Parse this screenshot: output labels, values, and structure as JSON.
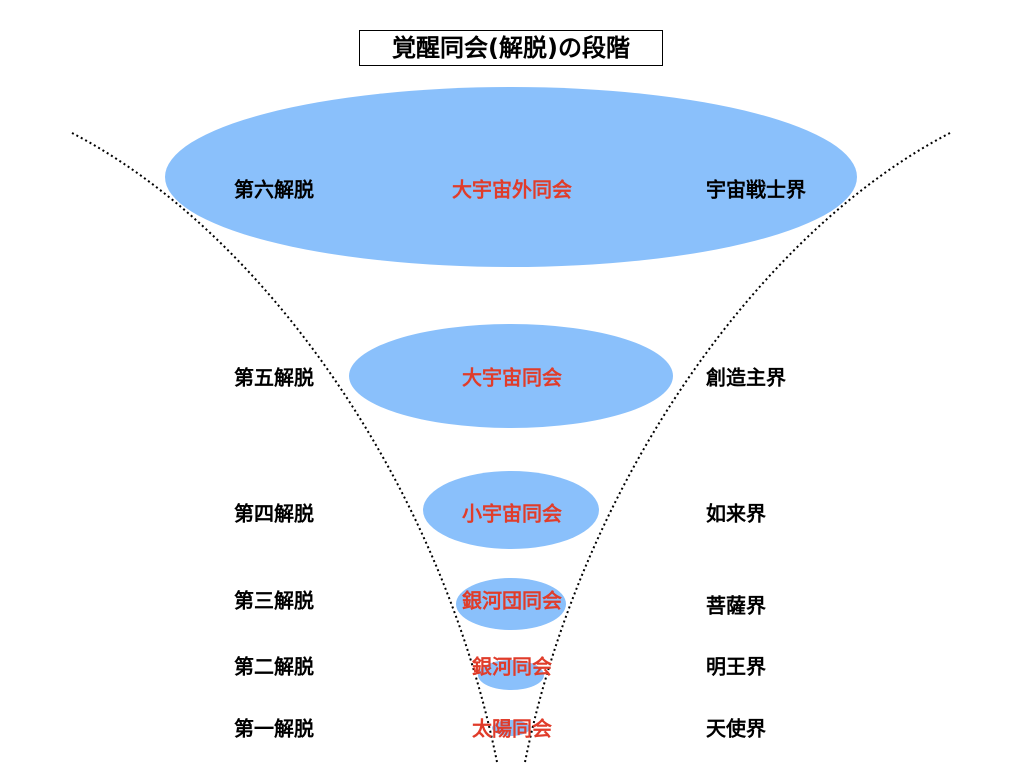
{
  "title": "覚醒同会(解脱)の段階",
  "colors": {
    "ellipse": "#8ac0fb",
    "center_text": "#e03c2a"
  },
  "levels": [
    {
      "stage": "第六解脱",
      "assembly": "大宇宙外同会",
      "realm": "宇宙戦士界"
    },
    {
      "stage": "第五解脱",
      "assembly": "大宇宙同会",
      "realm": "創造主界"
    },
    {
      "stage": "第四解脱",
      "assembly": "小宇宙同会",
      "realm": "如来界"
    },
    {
      "stage": "第三解脱",
      "assembly": "銀河団同会",
      "realm": "菩薩界"
    },
    {
      "stage": "第二解脱",
      "assembly": "銀河同会",
      "realm": "明王界"
    },
    {
      "stage": "第一解脱",
      "assembly": "太陽同会",
      "realm": "天使界"
    }
  ]
}
